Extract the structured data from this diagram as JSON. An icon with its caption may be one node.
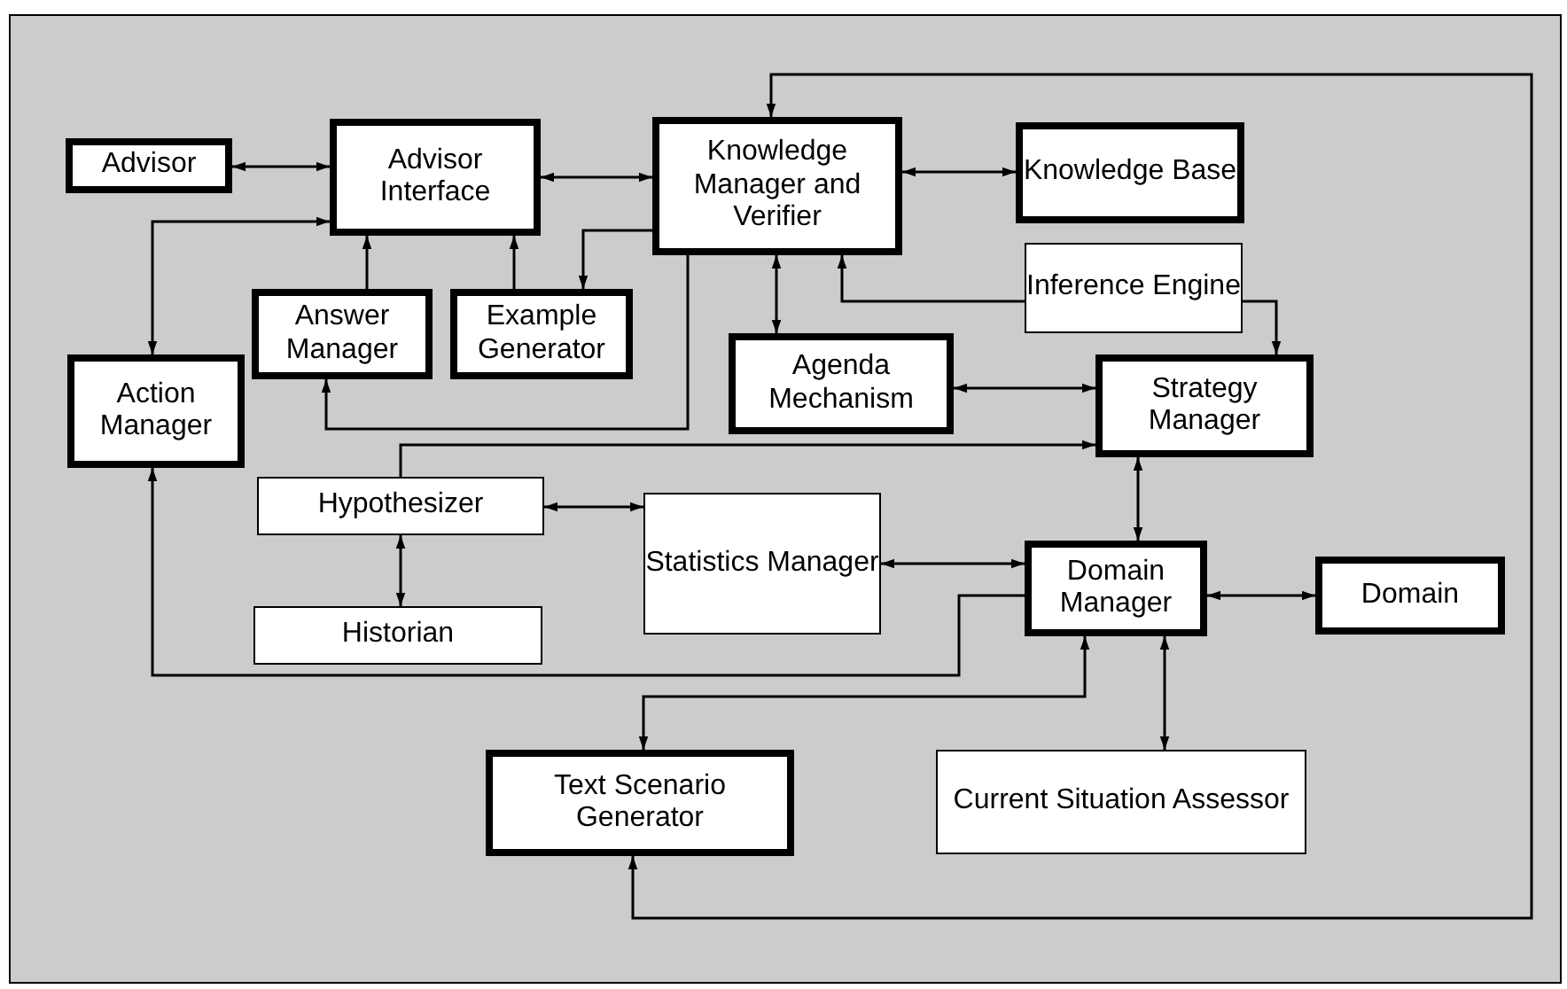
{
  "diagram": {
    "nodes": [
      {
        "text": [
          "Advisor"
        ]
      },
      {
        "text": [
          "Advisor Interface"
        ]
      },
      {
        "text": [
          "Knowledge Manager and Verifier"
        ]
      },
      {
        "text": [
          "Knowledge Base"
        ]
      },
      {
        "text": [
          "Answer Manager"
        ]
      },
      {
        "text": [
          "Example Generator"
        ]
      },
      {
        "text": [
          "Inference Engine"
        ]
      },
      {
        "text": [
          "Agenda Mechanism"
        ]
      },
      {
        "text": [
          "Action Manager"
        ]
      },
      {
        "text": [
          "Strategy Manager"
        ]
      },
      {
        "text": [
          "Hypothesizer"
        ]
      },
      {
        "text": [
          "Statistics Manager"
        ]
      },
      {
        "text": [
          "Domain Manager"
        ]
      },
      {
        "text": [
          "Domain"
        ]
      },
      {
        "text": [
          "Historian"
        ]
      },
      {
        "text": [
          "Text Scenario Generator"
        ]
      },
      {
        "text": [
          "Current Situation Assessor"
        ]
      }
    ],
    "edges": [
      {
        "from": 0,
        "to": 1,
        "arrow": "both"
      },
      {
        "from": 1,
        "to": 2,
        "arrow": "both"
      },
      {
        "from": 2,
        "to": 3,
        "arrow": "both"
      },
      {
        "from": 8,
        "to": 1,
        "arrow": "both"
      },
      {
        "from": 4,
        "to": 1,
        "arrow": "to"
      },
      {
        "from": 5,
        "to": 1,
        "arrow": "to"
      },
      {
        "from": 2,
        "to": 5,
        "arrow": "to"
      },
      {
        "from": 2,
        "to": 4,
        "arrow": "to"
      },
      {
        "from": 2,
        "to": 7,
        "arrow": "both"
      },
      {
        "from": 6,
        "to": 2,
        "arrow": "to"
      },
      {
        "from": 6,
        "to": 9,
        "arrow": "to"
      },
      {
        "from": 7,
        "to": 9,
        "arrow": "both"
      },
      {
        "from": 10,
        "to": 9,
        "arrow": "to"
      },
      {
        "from": 9,
        "to": 12,
        "arrow": "both"
      },
      {
        "from": 10,
        "to": 11,
        "arrow": "both"
      },
      {
        "from": 10,
        "to": 14,
        "arrow": "both"
      },
      {
        "from": 11,
        "to": 12,
        "arrow": "both"
      },
      {
        "from": 12,
        "to": 13,
        "arrow": "both"
      },
      {
        "from": 12,
        "to": 8,
        "arrow": "to"
      },
      {
        "from": 12,
        "to": 16,
        "arrow": "both"
      },
      {
        "from": 15,
        "to": 12,
        "arrow": "both"
      },
      {
        "from": 15,
        "to": 2,
        "arrow": "both"
      }
    ]
  }
}
